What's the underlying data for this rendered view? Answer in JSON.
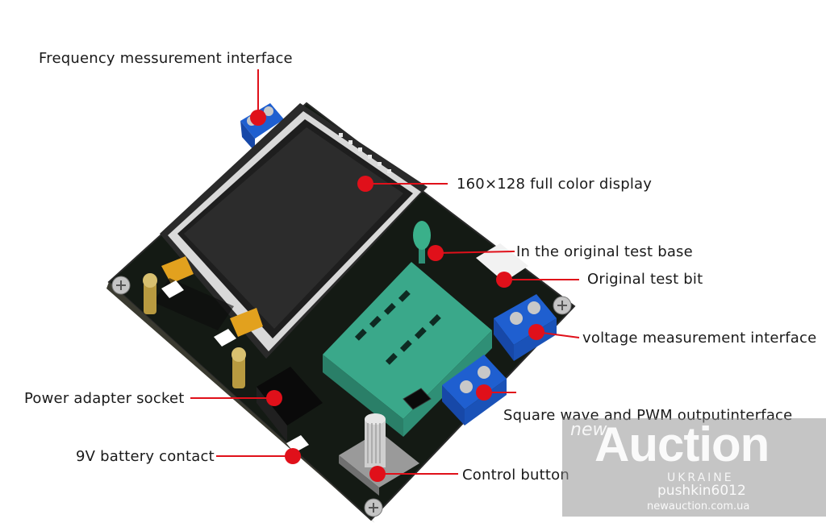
{
  "labels": {
    "frequency": "Frequency messurement interface",
    "display": "160×128 full color display",
    "test_base": "In the original test base",
    "test_bit": "Original test bit",
    "voltage": "voltage measurement interface",
    "power": "Power adapter socket",
    "square_wave": "Square wave and PWM outputinterface",
    "battery": "9V battery contact",
    "control": "Control button"
  },
  "watermark": {
    "prefix": "new",
    "brand": "Auction",
    "country": "UKRAINE",
    "user": "pushkin6012",
    "site": "newauction.com.ua"
  },
  "colors": {
    "pcb": "#141a14",
    "marker": "#e0101a",
    "zif": "#3aa88a",
    "terminal": "#1f5fd0"
  }
}
